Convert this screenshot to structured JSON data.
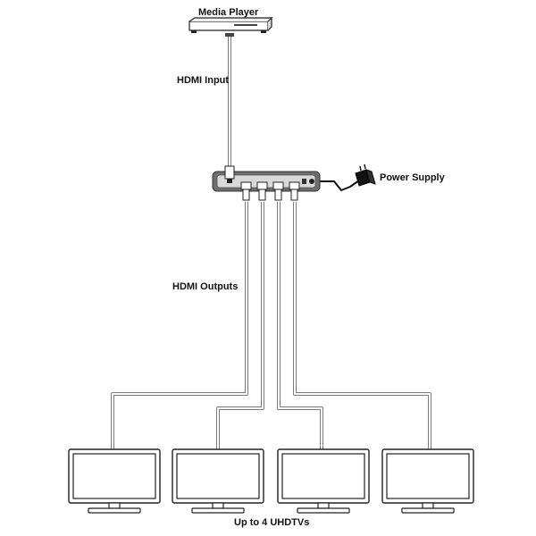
{
  "labels": {
    "media_player": "Media Player",
    "hdmi_input": "HDMI Input",
    "power_supply": "Power Supply",
    "hdmi_outputs": "HDMI Outputs",
    "displays": "Up to 4 UHDTVs"
  },
  "icons": {
    "source": "media-player-icon",
    "splitter": "hdmi-splitter-icon",
    "power": "power-adapter-icon",
    "display": "tv-icon"
  },
  "colors": {
    "device_fill": "#ffffff",
    "device_stroke": "#222222",
    "splitter_body": "#6e6e6e",
    "splitter_panel": "#d9d9d9",
    "cable": "#bfbfbf",
    "cable_outline": "#7a7a7a",
    "text": "#111111"
  }
}
